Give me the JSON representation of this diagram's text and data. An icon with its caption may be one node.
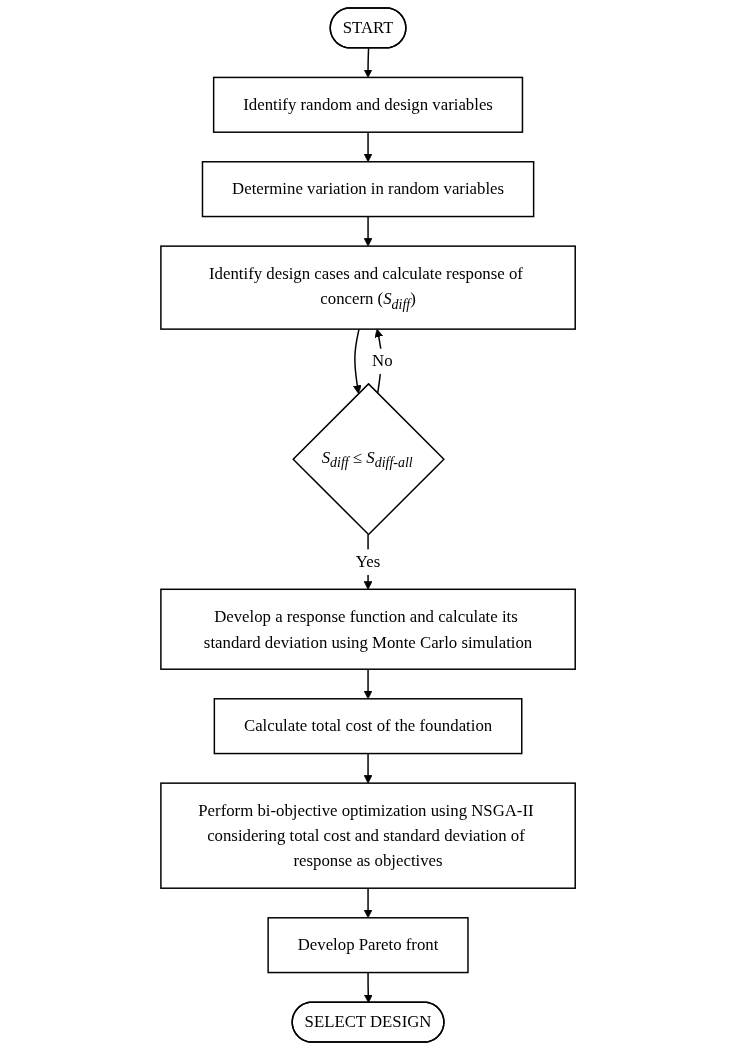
{
  "diagram": {
    "nodes": [
      {
        "text": [
          "START"
        ]
      },
      {
        "text": [
          "Identify random and design variables"
        ]
      },
      {
        "text": [
          "Determine variation in random variables"
        ]
      },
      {
        "text": [
          "Identify design cases and calculate response of concern (*S*$_{diff}$)"
        ]
      },
      {
        "text": [
          "*S*$_{diff}$ ≤ *S*$_{diff-all}$"
        ]
      },
      {
        "text": [
          "Develop a response function and calculate its standard deviation using Monte Carlo simulation"
        ]
      },
      {
        "text": [
          "Calculate total cost of the foundation"
        ]
      },
      {
        "text": [
          "Perform bi-objective optimization using NSGA-II considering total cost and standard deviation of response as objectives"
        ]
      },
      {
        "text": [
          "Develop Pareto front"
        ]
      },
      {
        "text": [
          "SELECT DESIGN"
        ]
      }
    ],
    "edges": [
      {
        "from": 0,
        "to": 1,
        "arrow": "to"
      },
      {
        "from": 1,
        "to": 2,
        "arrow": "to"
      },
      {
        "from": 2,
        "to": 3,
        "arrow": "to"
      },
      {
        "from": 3,
        "to": 4,
        "arrow": "to"
      },
      {
        "from": 4,
        "to": 3,
        "arrow": "to",
        "label": "No"
      },
      {
        "from": 4,
        "to": 5,
        "arrow": "to",
        "label": "Yes"
      },
      {
        "from": 5,
        "to": 6,
        "arrow": "to"
      },
      {
        "from": 6,
        "to": 7,
        "arrow": "to"
      },
      {
        "from": 7,
        "to": 8,
        "arrow": "to"
      },
      {
        "from": 8,
        "to": 9,
        "arrow": "to"
      }
    ]
  }
}
